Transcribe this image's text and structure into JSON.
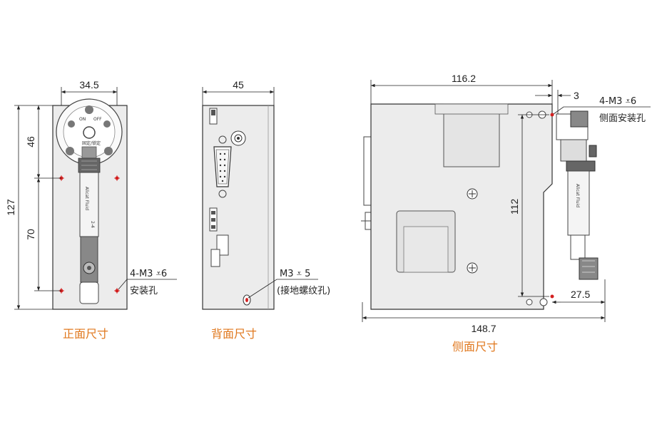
{
  "front_view": {
    "caption": "正面尺寸",
    "dim_width": "34.5",
    "dim_total_height": "127",
    "dim_upper": "46",
    "dim_lower": "70",
    "hole_note_line1": "4-M3 ⩡6",
    "hole_note_line2": "安装孔"
  },
  "back_view": {
    "caption": "背面尺寸",
    "dim_width": "45",
    "ground_note_line1": "M3 ⩡ 5",
    "ground_note_line2": "(接地螺纹孔)"
  },
  "side_view": {
    "caption": "侧面尺寸",
    "dim_width": "116.2",
    "dim_offset": "3",
    "dim_height": "112",
    "dim_valve_width": "27.5",
    "dim_total_width": "148.7",
    "hole_note_line1": "4-M3 ⩡6",
    "hole_note_line2": "侧面安装孔"
  },
  "colors": {
    "caption": "#e0781e",
    "hole_marker": "#d32020",
    "outline": "#333333"
  }
}
